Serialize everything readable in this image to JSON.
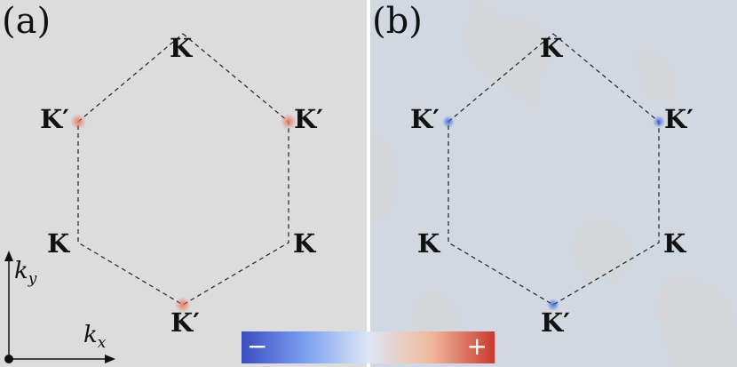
{
  "panels": [
    {
      "id": "a",
      "label": "(a)",
      "background": "#dcdcdc",
      "valley_color": "#e8735a"
    },
    {
      "id": "b",
      "label": "(b)",
      "background": "#d2d8e2",
      "valley_color": "#3c64dc"
    }
  ],
  "points": {
    "top": "K",
    "upper_left": "K′",
    "upper_right": "K′",
    "lower_left": "K",
    "lower_right": "K",
    "bottom": "K′"
  },
  "axes": {
    "x_label": "k",
    "x_sub": "x",
    "y_label": "k",
    "y_sub": "y"
  },
  "colorbar": {
    "min_label": "−",
    "max_label": "+",
    "low_color": "#3b4cc0",
    "high_color": "#c83a2e"
  }
}
